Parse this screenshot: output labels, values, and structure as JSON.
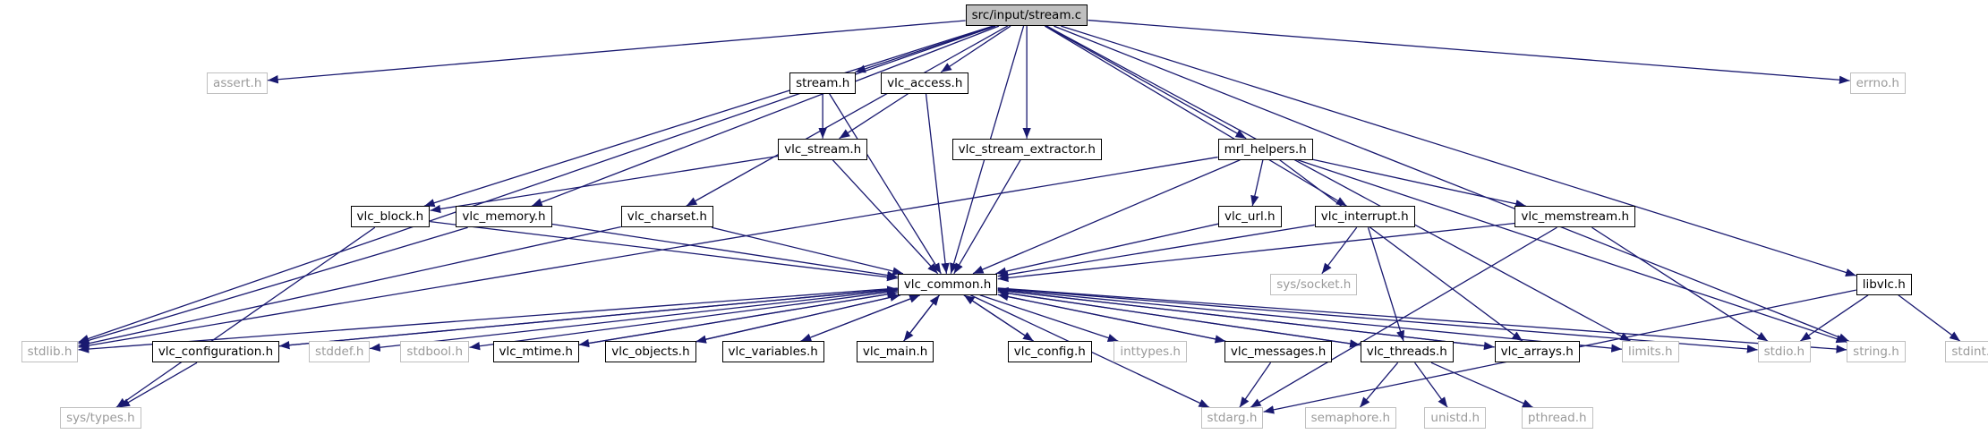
{
  "diagram": {
    "colors": {
      "edge": "#191970",
      "doc_border": "#000000",
      "ext_border": "#bfbfbf",
      "ext_text": "#9a9a9a",
      "root_fill": "#bfbfbf"
    },
    "nodes": [
      {
        "id": "root",
        "label": "src/input/stream.c",
        "kind": "root"
      },
      {
        "id": "assert",
        "label": "assert.h",
        "kind": "ext"
      },
      {
        "id": "stream",
        "label": "stream.h",
        "kind": "doc"
      },
      {
        "id": "vlc_access",
        "label": "vlc_access.h",
        "kind": "doc"
      },
      {
        "id": "errno",
        "label": "errno.h",
        "kind": "ext"
      },
      {
        "id": "vlc_stream",
        "label": "vlc_stream.h",
        "kind": "doc"
      },
      {
        "id": "vlc_stream_extractor",
        "label": "vlc_stream_extractor.h",
        "kind": "doc"
      },
      {
        "id": "mrl_helpers",
        "label": "mrl_helpers.h",
        "kind": "doc"
      },
      {
        "id": "vlc_block",
        "label": "vlc_block.h",
        "kind": "doc"
      },
      {
        "id": "vlc_memory",
        "label": "vlc_memory.h",
        "kind": "doc"
      },
      {
        "id": "vlc_charset",
        "label": "vlc_charset.h",
        "kind": "doc"
      },
      {
        "id": "vlc_url",
        "label": "vlc_url.h",
        "kind": "doc"
      },
      {
        "id": "vlc_interrupt",
        "label": "vlc_interrupt.h",
        "kind": "doc"
      },
      {
        "id": "vlc_memstream",
        "label": "vlc_memstream.h",
        "kind": "doc"
      },
      {
        "id": "libvlc",
        "label": "libvlc.h",
        "kind": "doc"
      },
      {
        "id": "sys_socket",
        "label": "sys/socket.h",
        "kind": "ext"
      },
      {
        "id": "vlc_common",
        "label": "vlc_common.h",
        "kind": "doc"
      },
      {
        "id": "stdlib",
        "label": "stdlib.h",
        "kind": "ext"
      },
      {
        "id": "vlc_configuration",
        "label": "vlc_configuration.h",
        "kind": "doc"
      },
      {
        "id": "stddef",
        "label": "stddef.h",
        "kind": "ext"
      },
      {
        "id": "stdbool",
        "label": "stdbool.h",
        "kind": "ext"
      },
      {
        "id": "vlc_mtime",
        "label": "vlc_mtime.h",
        "kind": "doc"
      },
      {
        "id": "vlc_objects",
        "label": "vlc_objects.h",
        "kind": "doc"
      },
      {
        "id": "vlc_variables",
        "label": "vlc_variables.h",
        "kind": "doc"
      },
      {
        "id": "vlc_main",
        "label": "vlc_main.h",
        "kind": "doc"
      },
      {
        "id": "vlc_config",
        "label": "vlc_config.h",
        "kind": "doc"
      },
      {
        "id": "inttypes",
        "label": "inttypes.h",
        "kind": "ext"
      },
      {
        "id": "vlc_messages",
        "label": "vlc_messages.h",
        "kind": "doc"
      },
      {
        "id": "vlc_threads",
        "label": "vlc_threads.h",
        "kind": "doc"
      },
      {
        "id": "vlc_arrays",
        "label": "vlc_arrays.h",
        "kind": "doc"
      },
      {
        "id": "limits",
        "label": "limits.h",
        "kind": "ext"
      },
      {
        "id": "stdio",
        "label": "stdio.h",
        "kind": "ext"
      },
      {
        "id": "string",
        "label": "string.h",
        "kind": "ext"
      },
      {
        "id": "stdint",
        "label": "stdint.h",
        "kind": "ext"
      },
      {
        "id": "sys_types",
        "label": "sys/types.h",
        "kind": "ext"
      },
      {
        "id": "stdarg",
        "label": "stdarg.h",
        "kind": "ext"
      },
      {
        "id": "semaphore",
        "label": "semaphore.h",
        "kind": "ext"
      },
      {
        "id": "unistd",
        "label": "unistd.h",
        "kind": "ext"
      },
      {
        "id": "pthread",
        "label": "pthread.h",
        "kind": "ext"
      }
    ],
    "edges": [
      [
        "root",
        "assert"
      ],
      [
        "root",
        "stream"
      ],
      [
        "root",
        "vlc_access"
      ],
      [
        "root",
        "vlc_stream_extractor"
      ],
      [
        "root",
        "mrl_helpers"
      ],
      [
        "root",
        "vlc_block"
      ],
      [
        "root",
        "vlc_memory"
      ],
      [
        "root",
        "vlc_charset"
      ],
      [
        "root",
        "vlc_interrupt"
      ],
      [
        "root",
        "vlc_common"
      ],
      [
        "root",
        "stdlib"
      ],
      [
        "root",
        "string"
      ],
      [
        "root",
        "limits"
      ],
      [
        "root",
        "libvlc"
      ],
      [
        "root",
        "errno"
      ],
      [
        "stream",
        "vlc_stream"
      ],
      [
        "stream",
        "vlc_common"
      ],
      [
        "vlc_access",
        "vlc_stream"
      ],
      [
        "vlc_access",
        "vlc_common"
      ],
      [
        "vlc_stream",
        "vlc_block"
      ],
      [
        "vlc_stream",
        "vlc_common"
      ],
      [
        "vlc_stream_extractor",
        "vlc_common"
      ],
      [
        "mrl_helpers",
        "vlc_common"
      ],
      [
        "mrl_helpers",
        "vlc_url"
      ],
      [
        "mrl_helpers",
        "vlc_memstream"
      ],
      [
        "mrl_helpers",
        "stdlib"
      ],
      [
        "mrl_helpers",
        "string"
      ],
      [
        "mrl_helpers",
        "vlc_arrays"
      ],
      [
        "vlc_block",
        "sys_types"
      ],
      [
        "vlc_block",
        "vlc_common"
      ],
      [
        "vlc_memory",
        "stdlib"
      ],
      [
        "vlc_memory",
        "vlc_common"
      ],
      [
        "vlc_charset",
        "vlc_common"
      ],
      [
        "vlc_charset",
        "stdlib"
      ],
      [
        "vlc_url",
        "vlc_common"
      ],
      [
        "vlc_interrupt",
        "sys_socket"
      ],
      [
        "vlc_interrupt",
        "vlc_threads"
      ],
      [
        "vlc_interrupt",
        "vlc_common"
      ],
      [
        "vlc_memstream",
        "vlc_common"
      ],
      [
        "vlc_memstream",
        "stdio"
      ],
      [
        "vlc_memstream",
        "stdarg"
      ],
      [
        "libvlc",
        "stdio"
      ],
      [
        "libvlc",
        "stdint"
      ],
      [
        "libvlc",
        "stdarg"
      ],
      [
        "vlc_common",
        "stdlib"
      ],
      [
        "vlc_common",
        "vlc_configuration"
      ],
      [
        "vlc_common",
        "stddef"
      ],
      [
        "vlc_common",
        "stdbool"
      ],
      [
        "vlc_common",
        "vlc_mtime"
      ],
      [
        "vlc_common",
        "vlc_objects"
      ],
      [
        "vlc_common",
        "vlc_variables"
      ],
      [
        "vlc_common",
        "vlc_main"
      ],
      [
        "vlc_common",
        "vlc_config"
      ],
      [
        "vlc_common",
        "inttypes"
      ],
      [
        "vlc_common",
        "vlc_messages"
      ],
      [
        "vlc_common",
        "vlc_threads"
      ],
      [
        "vlc_common",
        "vlc_arrays"
      ],
      [
        "vlc_common",
        "limits"
      ],
      [
        "vlc_common",
        "stdio"
      ],
      [
        "vlc_common",
        "string"
      ],
      [
        "vlc_common",
        "stdarg"
      ],
      [
        "vlc_configuration",
        "sys_types"
      ],
      [
        "vlc_configuration",
        "vlc_common"
      ],
      [
        "vlc_mtime",
        "vlc_common"
      ],
      [
        "vlc_objects",
        "vlc_common"
      ],
      [
        "vlc_variables",
        "vlc_common"
      ],
      [
        "vlc_main",
        "vlc_common"
      ],
      [
        "vlc_config",
        "vlc_common"
      ],
      [
        "vlc_messages",
        "vlc_common"
      ],
      [
        "vlc_messages",
        "stdarg"
      ],
      [
        "vlc_threads",
        "vlc_common"
      ],
      [
        "vlc_threads",
        "semaphore"
      ],
      [
        "vlc_threads",
        "unistd"
      ],
      [
        "vlc_threads",
        "pthread"
      ],
      [
        "vlc_arrays",
        "vlc_common"
      ]
    ]
  }
}
